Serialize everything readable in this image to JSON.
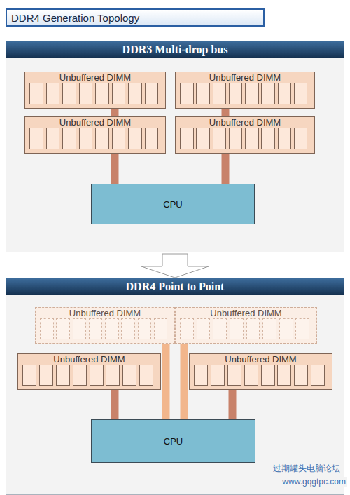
{
  "diagram": {
    "title": "DDR4 Generation Topology",
    "nodes": [
      {
        "text": [
          "DDR3 Multi-drop bus"
        ]
      },
      {
        "text": [
          "Unbuffered DIMM"
        ],
        "in": 0
      },
      {
        "text": [
          "Unbuffered DIMM"
        ],
        "in": 0
      },
      {
        "text": [
          "Unbuffered DIMM"
        ],
        "in": 0
      },
      {
        "text": [
          "Unbuffered DIMM"
        ],
        "in": 0
      },
      {
        "text": [
          "CPU"
        ],
        "in": 0
      },
      {
        "text": [
          "DDR4 Point to Point"
        ]
      },
      {
        "text": [
          "Unbuffered DIMM"
        ],
        "in": 6
      },
      {
        "text": [
          "Unbuffered DIMM"
        ],
        "in": 6
      },
      {
        "text": [
          "Unbuffered DIMM"
        ],
        "in": 6
      },
      {
        "text": [
          "Unbuffered DIMM"
        ],
        "in": 6
      },
      {
        "text": [
          "CPU"
        ],
        "in": 6
      }
    ],
    "edges": [
      {
        "from": 1,
        "to": 3,
        "arrow": "none"
      },
      {
        "from": 3,
        "to": 5,
        "arrow": "none"
      },
      {
        "from": 2,
        "to": 4,
        "arrow": "none"
      },
      {
        "from": 4,
        "to": 5,
        "arrow": "none"
      },
      {
        "from": 7,
        "to": 11,
        "arrow": "none"
      },
      {
        "from": 8,
        "to": 11,
        "arrow": "none"
      },
      {
        "from": 9,
        "to": 11,
        "arrow": "none"
      },
      {
        "from": 10,
        "to": 11,
        "arrow": "none"
      }
    ],
    "labels": [
      "过期罐头电脑论坛",
      "www.gqgtpc.com"
    ]
  }
}
